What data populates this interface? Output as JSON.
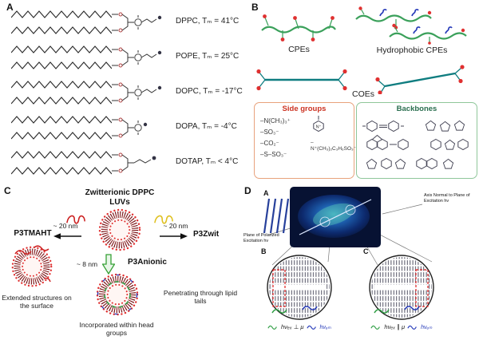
{
  "panel_a": {
    "label": "A",
    "lipids": [
      {
        "label": "DPPC, Tₘ = 41°C"
      },
      {
        "label": "POPE, Tₘ = 25°C"
      },
      {
        "label": "DOPC, Tₘ = -17°C"
      },
      {
        "label": "DOPA, Tₘ = -4°C"
      },
      {
        "label": "DOTAP, Tₘ < 4°C"
      }
    ]
  },
  "panel_b": {
    "label": "B",
    "cpes_label": "CPEs",
    "hydrophobic_label": "Hydrophobic CPEs",
    "coes_label": "COEs",
    "side_groups": {
      "title": "Side groups",
      "items": [
        "–N(CH₃)₃⁺",
        "–SO₃⁻",
        "–CO₂⁻",
        "–S–SO₃⁻"
      ],
      "ring_label": "N⁺",
      "extra": "–N⁺(CH₃)₂C₃H₆SO₃⁻"
    },
    "backbones": {
      "title": "Backbones"
    }
  },
  "panel_c": {
    "label": "C",
    "top_title": "Zwitterionic DPPC LUVs",
    "left_polymer": "P3TMAHT",
    "right_polymer": "P3Zwit",
    "bottom_polymer": "P3Anionic",
    "left_distance": "~ 20 nm",
    "right_distance": "~ 20 nm",
    "bottom_distance": "~ 8 nm",
    "left_caption": "Extended structures on the surface",
    "right_caption": "Penetrating through lipid tails",
    "bottom_caption": "Incorporated within head groups"
  },
  "panel_d": {
    "label": "D",
    "sub_a": "A",
    "sub_b": "B",
    "sub_c": "C",
    "left_note": "Plane of Polarized Excitation hν",
    "right_note": "Axis Normal to Plane of Excitation hν",
    "caption_b": "hνₑₓ ⊥ μ",
    "caption_c": "hνₑₓ ∥ μ",
    "em_label": "hνₑₘ"
  },
  "colors": {
    "red_dot": "#e03030",
    "membrane": "#7a1518",
    "cpe_green": "#3aa05a",
    "coe_teal": "#0f7d80",
    "blue": "#2438b8",
    "yellow_coil": "#dfc020",
    "side_box": "#e8a27c",
    "backbone_box": "#8fc79a",
    "arrow_green": "#35a035"
  }
}
